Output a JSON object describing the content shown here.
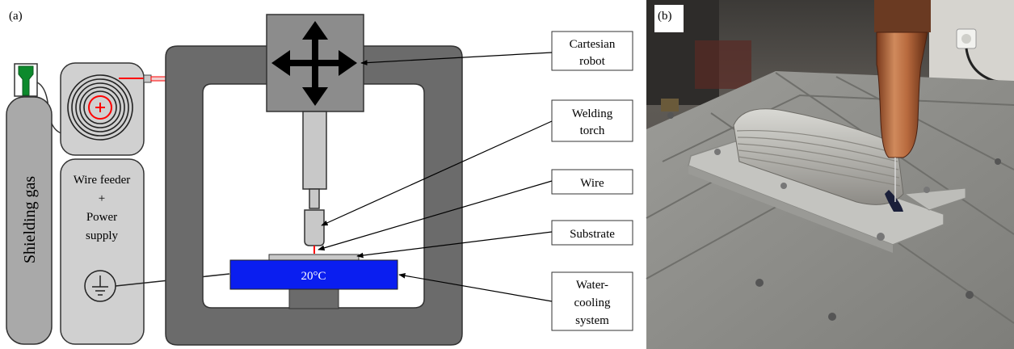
{
  "panel_a": {
    "label": "(a)",
    "shielding_gas": "Shielding gas",
    "wire_feeder_line1": "Wire feeder",
    "wire_feeder_line2": "+",
    "wire_feeder_line3": "Power",
    "wire_feeder_line4": "supply",
    "temperature": "20°C",
    "callouts": {
      "robot_line1": "Cartesian",
      "robot_line2": "robot",
      "torch_line1": "Welding",
      "torch_line2": "torch",
      "wire": "Wire",
      "substrate": "Substrate",
      "cooling_line1": "Water-",
      "cooling_line2": "cooling",
      "cooling_line3": "system"
    }
  },
  "panel_b": {
    "label": "(b)"
  },
  "colors": {
    "frame": "#6b6b6b",
    "cylinder": "#a9a9a9",
    "feeder": "#d0d0d0",
    "robot_box": "#8c8c8c",
    "cooling": "#0a1ef0",
    "wire": "#ff0000",
    "nozzle": "#c8c8c8"
  }
}
